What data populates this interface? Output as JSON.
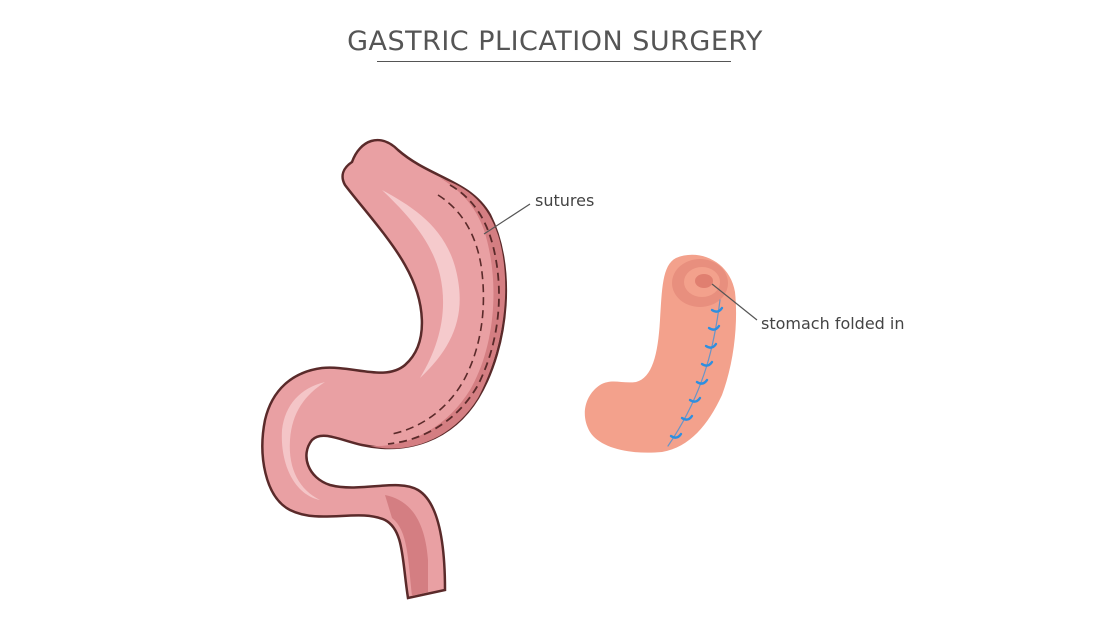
{
  "title": "GASTRIC PLICATION SURGERY",
  "labels": {
    "sutures": "sutures",
    "stomach_folded_in": "stomach folded in"
  },
  "colors": {
    "stomach_fill": "#E9A0A3",
    "stomach_dark": "#D47E82",
    "stomach_outline": "#5A2A2A",
    "highlight": "#F6CED0",
    "folded_fill": "#F3A18C",
    "folded_inner": "#E07F70",
    "suture_blue": "#2E8FE0",
    "text": "#555555"
  }
}
